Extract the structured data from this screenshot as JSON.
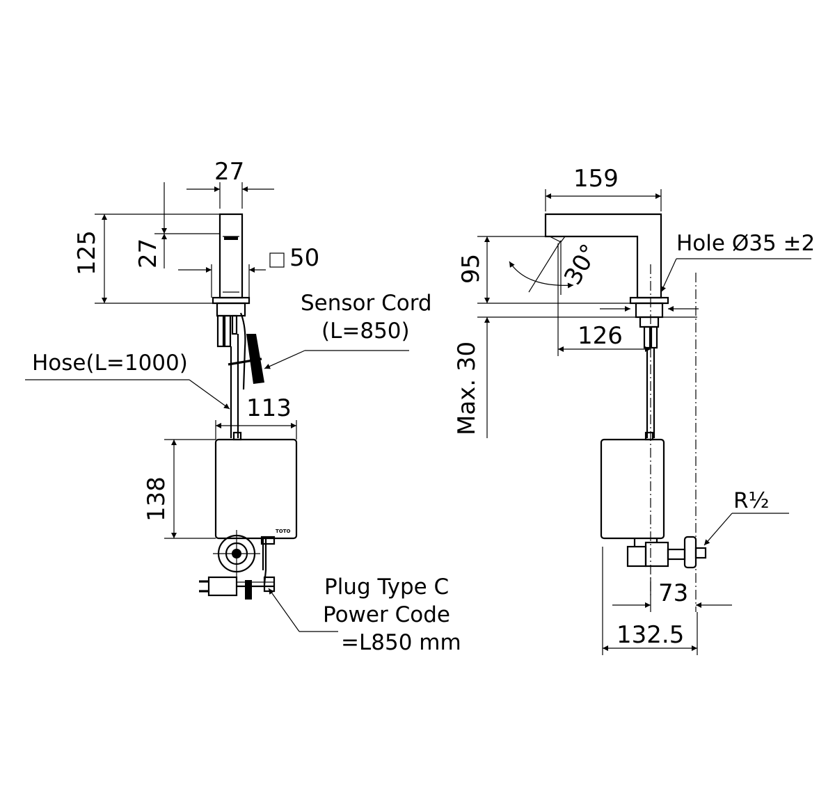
{
  "front_view": {
    "dims": {
      "spout_width": "27",
      "spout_sensor_height": "27",
      "spout_height": "125",
      "base_square": "50",
      "box_width": "113",
      "box_height": "138"
    },
    "labels": {
      "sensor_cord_line1": "Sensor Cord",
      "sensor_cord_line2": "(L=850)",
      "hose": "Hose(L=1000)",
      "plug_line1": "Plug Type C",
      "plug_line2": "Power Code",
      "plug_line3": "=L850 mm"
    },
    "box_logo": "TOTO"
  },
  "side_view": {
    "dims": {
      "spout_reach": "159",
      "spout_height": "95",
      "angle": "30°",
      "hole_to_sensor": "126",
      "max_counter": "Max. 30",
      "valve_offset": "73",
      "total_depth": "132.5"
    },
    "labels": {
      "hole": "Hole Ø35 ±2",
      "thread": "R½"
    }
  }
}
